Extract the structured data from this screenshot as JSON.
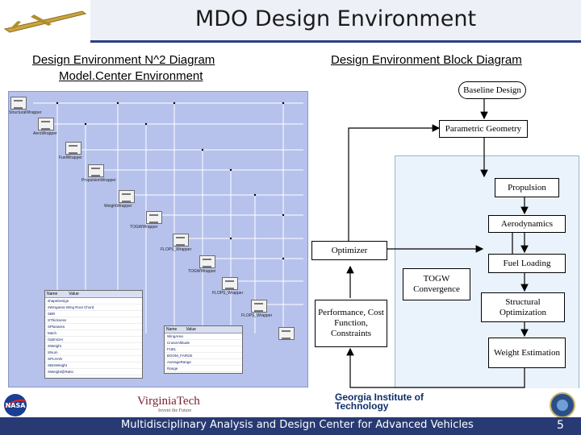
{
  "header": {
    "title": "MDO Design Environment"
  },
  "left": {
    "heading_line1": "Design Environment N^2 Diagram",
    "heading_line2": "Model.Center Environment",
    "n2_nodes": [
      "StructuralWrapper",
      "AeroWrapper",
      "FuelWrapper",
      "PropulsionWrapper",
      "WeightWrapper",
      "TOGWWrapper",
      "FLOPS_Wrapper",
      "TOGWWrapper",
      "FLOPS_Wrapper",
      "FLOPS_Wrapper"
    ],
    "panel1": {
      "header": [
        "Name",
        "Value"
      ],
      "rows": [
        "shapeDesign",
        "sWingarea  Wing Root Chord",
        "SBR",
        "SThickness",
        "SPlanarea",
        "Mach",
        "Optimizer",
        "SWeight",
        "SNum",
        "SPLOAD",
        "SBreWeight",
        "SWeight@Ratio"
      ]
    },
    "panel2": {
      "header": [
        "Name",
        "Value"
      ],
      "rows": [
        "WingArea",
        "CruiseAltitude",
        "FUEL",
        "BOOM_FARGE",
        "AverageRange",
        "Range"
      ]
    }
  },
  "right": {
    "heading": "Design Environment Block Diagram",
    "blocks": {
      "baseline": "Baseline Design",
      "param_geometry": "Parametric Geometry",
      "propulsion": "Propulsion",
      "aerodynamics": "Aerodynamics",
      "optimizer": "Optimizer",
      "fuel_loading": "Fuel Loading",
      "togw": "TOGW Convergence",
      "structural": "Structural Optimization",
      "performance": "Performance, Cost Function, Constraints",
      "weight": "Weight Estimation"
    }
  },
  "footer": {
    "text": "Multidisciplinary Analysis and Design Center for Advanced Vehicles",
    "page": "5",
    "vt": "VirginiaTech",
    "vt_sub": "Invent the Future",
    "gt": "Georgia Institute of Technology",
    "nasa": "NASA"
  },
  "colors": {
    "accent": "#2b3f80",
    "panel": "#b6c2ec",
    "light_panel": "#eaf2fb"
  }
}
